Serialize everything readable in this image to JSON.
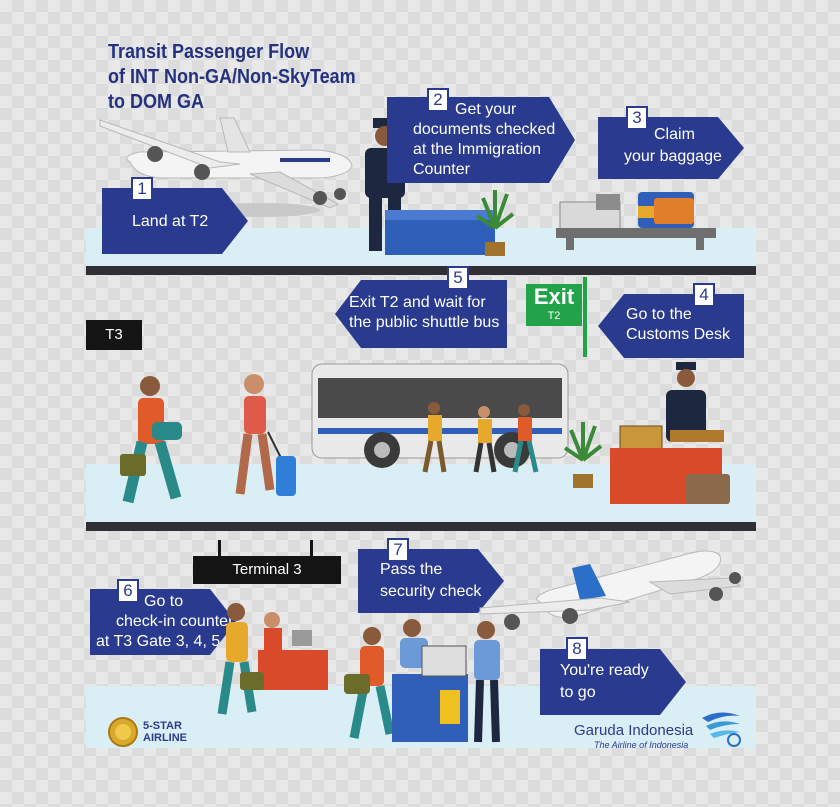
{
  "title": {
    "line1": "Transit Passenger Flow",
    "line2": "of INT Non-GA/Non-SkyTeam",
    "line3": "to DOM GA"
  },
  "steps": [
    {
      "number": "1",
      "lines": [
        "Land at T2"
      ]
    },
    {
      "number": "2",
      "lines": [
        "Get your",
        "documents checked",
        "at the Immigration",
        "Counter"
      ]
    },
    {
      "number": "3",
      "lines": [
        "Claim",
        "your baggage"
      ]
    },
    {
      "number": "4",
      "lines": [
        "Go to the",
        "Customs Desk"
      ]
    },
    {
      "number": "5",
      "lines": [
        "Exit T2 and wait for",
        "the public shuttle bus"
      ]
    },
    {
      "number": "6",
      "lines": [
        "Go to",
        "check-in counter",
        "at T3 Gate 3, 4, 5"
      ]
    },
    {
      "number": "7",
      "lines": [
        "Pass the",
        "security check"
      ]
    },
    {
      "number": "8",
      "lines": [
        "You're ready",
        "to go"
      ]
    }
  ],
  "signs": {
    "t3": "T3",
    "terminal3": "Terminal 3",
    "exit": "Exit",
    "exit_sub": "T2"
  },
  "badge": {
    "line1": "5-STAR",
    "line2": "AIRLINE"
  },
  "brand": {
    "name": "Garuda Indonesia",
    "tagline": "The Airline of Indonesia"
  },
  "colors": {
    "navy": "#2a3b8f",
    "floor": "#daeef6",
    "rail": "#2f2f35",
    "exit_green": "#22a34a",
    "counter_red": "#d94a2a"
  },
  "icons": [
    "airplane-icon",
    "officer-icon",
    "plant-icon",
    "baggage-carousel-icon",
    "bus-icon",
    "traveler-icon",
    "customs-officer-icon",
    "check-in-counter-icon",
    "security-scanner-icon",
    "garuda-logo-icon",
    "badge-icon"
  ]
}
